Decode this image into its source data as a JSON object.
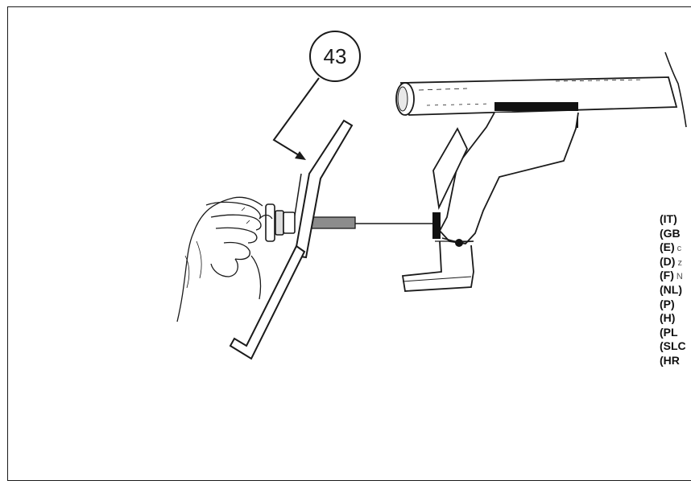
{
  "diagram": {
    "callout": {
      "number": "43"
    },
    "languages": [
      {
        "code": "(IT)",
        "text": ""
      },
      {
        "code": "(GB",
        "text": ""
      },
      {
        "code": "(E)",
        "text": "c"
      },
      {
        "code": "(D)",
        "text": "z"
      },
      {
        "code": "(F)",
        "text": "N"
      },
      {
        "code": "(NL)",
        "text": ""
      },
      {
        "code": "(P)",
        "text": ""
      },
      {
        "code": "(H)",
        "text": ""
      },
      {
        "code": "(PL",
        "text": ""
      },
      {
        "code": "(SLC",
        "text": ""
      },
      {
        "code": "(HR",
        "text": ""
      }
    ]
  }
}
